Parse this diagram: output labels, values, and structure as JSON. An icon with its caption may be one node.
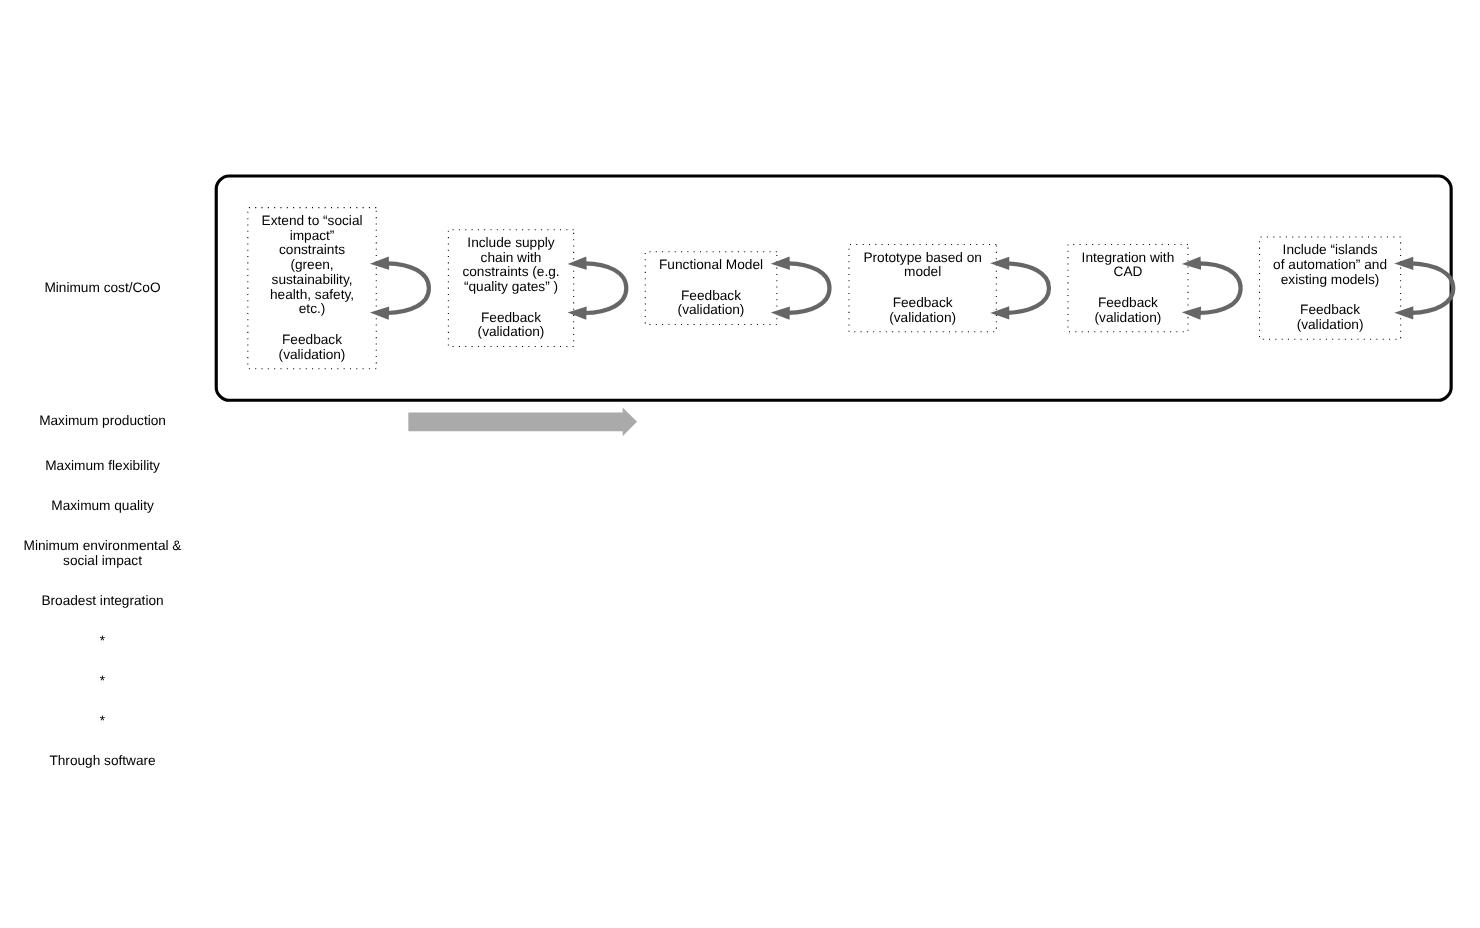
{
  "diagram": {
    "nodes": [
      {
        "text": [],
        "shape": "arrow"
      },
      {
        "text": [
          "Functional Model",
          "Feedback (validation)"
        ],
        "in": 0
      },
      {
        "text": [
          "Prototype based on model",
          "Feedback (validation)"
        ],
        "in": 0
      },
      {
        "text": [
          "Integration with CAD",
          "Feedback (validation)"
        ],
        "in": 0
      },
      {
        "text": [
          "Include “islands of automation” and existing models)",
          "Feedback (validation)"
        ],
        "in": 0
      },
      {
        "text": [
          "Include supply chain with constraints (e.g. “quality gates” )",
          "Feedback (validation)"
        ],
        "in": 0
      },
      {
        "text": [
          "Extend to “social impact” constraints (green, sustainability, health, safety, etc.)",
          "Feedback (validation)"
        ],
        "in": 0
      },
      {
        "text": [],
        "shape": "arrow"
      }
    ],
    "edges": [
      {
        "from": 1,
        "to": 1,
        "arrow": "both"
      },
      {
        "from": 2,
        "to": 2,
        "arrow": "both"
      },
      {
        "from": 3,
        "to": 3,
        "arrow": "both"
      },
      {
        "from": 4,
        "to": 4,
        "arrow": "both"
      },
      {
        "from": 5,
        "to": 5,
        "arrow": "both"
      },
      {
        "from": 6,
        "to": 6,
        "arrow": "both"
      }
    ],
    "labels": [
      "Minimum cost/CoO",
      "Maximum production",
      "Maximum flexibility",
      "Maximum quality",
      "Minimum environmental & social impact",
      "Broadest integration",
      "*",
      "*",
      "*",
      "Through software"
    ]
  }
}
